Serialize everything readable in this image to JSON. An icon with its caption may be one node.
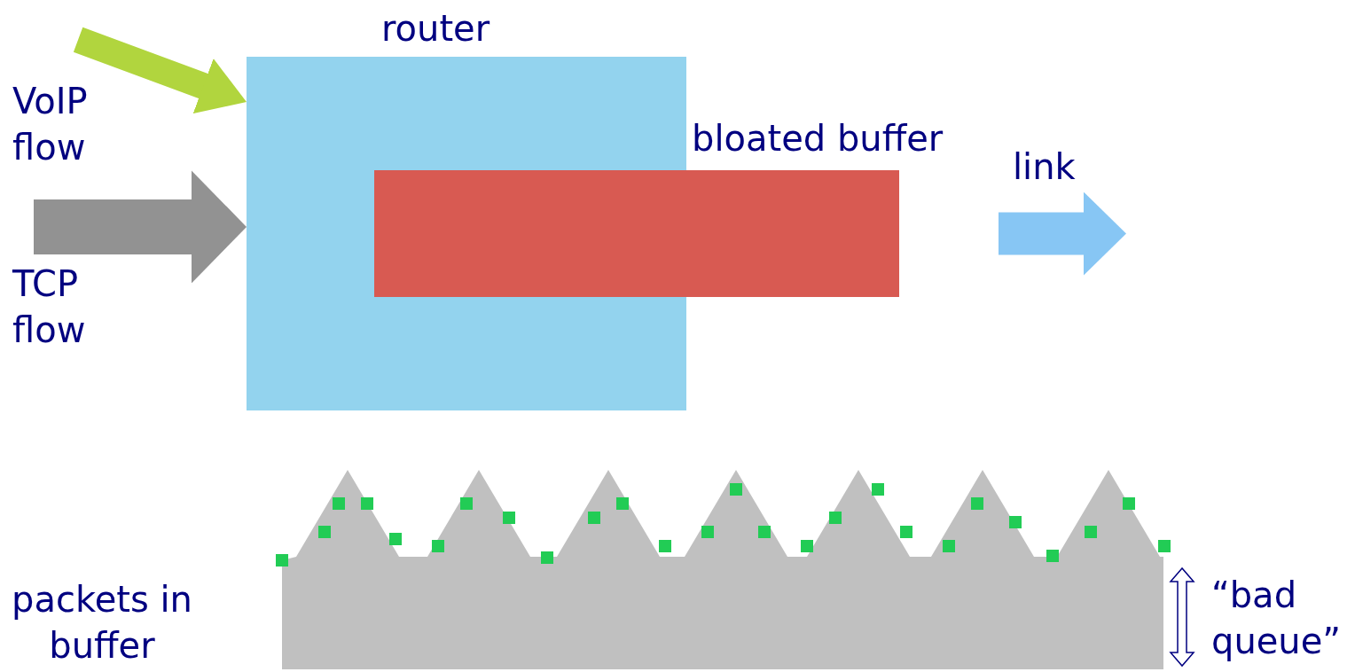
{
  "diagram": {
    "nodes": [
      {
        "text": [
          "router"
        ]
      },
      {
        "text": [
          "bloated buffer"
        ]
      },
      {
        "text": [
          "VoIP flow"
        ]
      },
      {
        "text": [
          "TCP flow"
        ]
      }
    ],
    "edges": [
      {
        "from": 2,
        "to": 0,
        "arrow": "to",
        "color": "#b1d53e"
      },
      {
        "from": 3,
        "to": 0,
        "arrow": "to",
        "color": "#929292"
      },
      {
        "from": 1,
        "to": null,
        "arrow": "to",
        "label": "link",
        "color": "#87c6f4"
      }
    ],
    "labels": [
      "packets in buffer",
      "“bad queue”"
    ]
  }
}
